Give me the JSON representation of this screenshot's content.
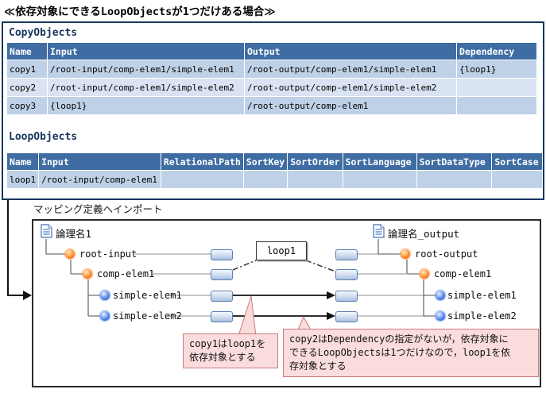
{
  "title": "≪依存対象にできるLoopObjectsが1つだけある場合≫",
  "tables_panel": {
    "copy_objects": {
      "label": "CopyObjects",
      "columns": [
        "Name",
        "Input",
        "Output",
        "Dependency"
      ],
      "rows": [
        [
          "copy1",
          "/root-input/comp-elem1/simple-elem1",
          "/root-output/comp-elem1/simple-elem1",
          "{loop1}"
        ],
        [
          "copy2",
          "/root-input/comp-elem1/simple-elem2",
          "/root-output/comp-elem1/simple-elem2",
          ""
        ],
        [
          "copy3",
          "{loop1}",
          "/root-output/comp-elem1",
          ""
        ]
      ]
    },
    "loop_objects": {
      "label": "LoopObjects",
      "columns": [
        "Name",
        "Input",
        "RelationalPath",
        "SortKey",
        "SortOrder",
        "SortLanguage",
        "SortDataType",
        "SortCase"
      ],
      "rows": [
        [
          "loop1",
          "/root-input/comp-elem1",
          "",
          "",
          "",
          "",
          "",
          ""
        ]
      ]
    }
  },
  "import_label": "マッピング定義へインポート",
  "diagram": {
    "loop_box_label": "loop1",
    "left_tree": {
      "root": "論理名1",
      "nodes": [
        "root-input",
        "comp-elem1",
        "simple-elem1",
        "simple-elem2"
      ]
    },
    "right_tree": {
      "root": "論理名_output",
      "nodes": [
        "root-output",
        "comp-elem1",
        "simple-elem1",
        "simple-elem2"
      ]
    },
    "callout1": "copy1はloop1を\n依存対象とする",
    "callout2": "copy2はDependencyの指定がないが，依存対象に\nできるLoopObjectsは1つだけなので，loop1を依\n存対象とする"
  },
  "icons": {
    "document": "document-icon",
    "composite_node": "composite-element-icon",
    "simple_node": "simple-element-icon",
    "port": "mapping-port-icon",
    "arrow": "mapping-arrow"
  },
  "colors": {
    "header_bg": "#3f6da3",
    "row_medium": "#bfd1e7",
    "row_light": "#dae3f1",
    "panel_border": "#17365d",
    "callout_bg": "#fadcdc",
    "callout_border": "#cc7a7a",
    "node_orange": "#f06a20",
    "node_blue": "#3366cc",
    "port_fill": "#cfdcef"
  }
}
